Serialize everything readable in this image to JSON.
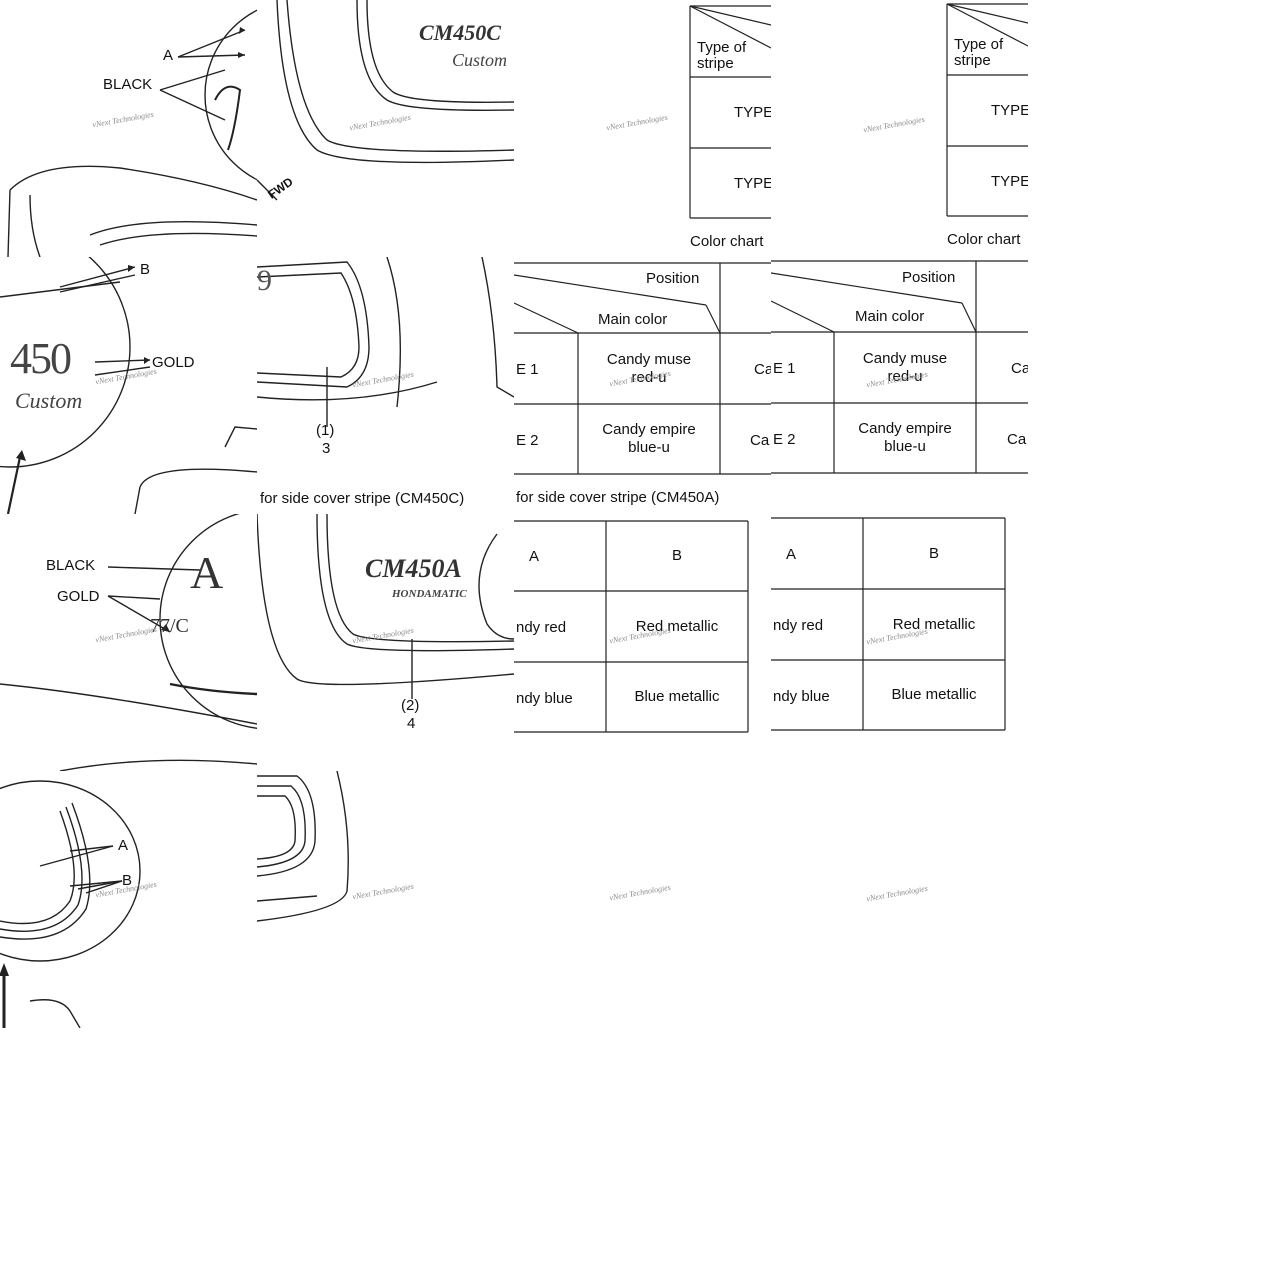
{
  "watermark": "vNext Technologies",
  "callouts": {
    "a": "A",
    "b": "B",
    "black": "BLACK",
    "gold": "GOLD",
    "fwd": "FWD"
  },
  "emblem_text": {
    "model_c": "CM450C",
    "custom": "Custom",
    "model_a": "CM450A",
    "hondamatic": "HONDAMATIC",
    "partial_177c": "77/C"
  },
  "part_refs": {
    "ref1": "(1)",
    "ref1_num": "3",
    "ref2": "(2)",
    "ref2_num": "4"
  },
  "captions": {
    "color_chart": "Color chart",
    "side_cover_c": "for side cover stripe (CM450C)",
    "side_cover_a": "for side cover stripe (CM450A)"
  },
  "top_table": {
    "type_of_stripe": "Type of\nstripe",
    "type_partial": "TYPE"
  },
  "color_table": {
    "position": "Position",
    "main_color": "Main color",
    "type1_partial": "E 1",
    "type2_partial": "E 2",
    "candy_muse": "Candy muse\nred-u",
    "candy_empire": "Candy empire\nblue-u",
    "ca_partial": "Ca",
    "a": "A",
    "b": "B",
    "candy_red_partial": "ndy red",
    "candy_blue_partial": "ndy blue",
    "red_metallic": "Red metallic",
    "blue_metallic": "Blue metallic"
  }
}
